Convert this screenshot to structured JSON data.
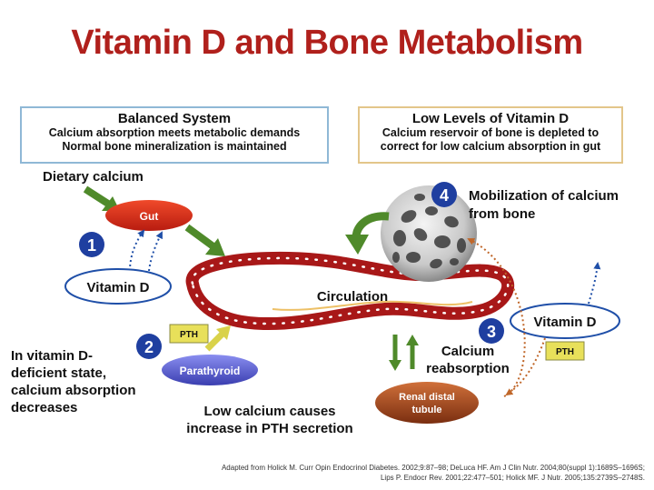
{
  "title": "Vitamin D and Bone Metabolism",
  "balanced_box": {
    "heading": "Balanced System",
    "line1": "Calcium absorption meets metabolic demands",
    "line2": "Normal bone mineralization is maintained"
  },
  "low_box": {
    "heading": "Low Levels of Vitamin D",
    "line1": "Calcium reservoir of bone is depleted to",
    "line2": "correct for low calcium absorption in gut"
  },
  "labels": {
    "dietary_calcium": "Dietary calcium",
    "gut": "Gut",
    "vitamin_d_left": "Vitamin D",
    "vitamin_d_right": "Vitamin D",
    "circulation": "Circulation",
    "pth_left": "PTH",
    "pth_right": "PTH",
    "parathyroid": "Parathyroid",
    "renal_line1": "Renal distal",
    "renal_line2": "tubule",
    "mobilization_line1": "Mobilization of calcium",
    "mobilization_line2": "from bone",
    "calcium_reabsorption_line1": "Calcium",
    "calcium_reabsorption_line2": "reabsorption",
    "deficient_line1": "In vitamin D-",
    "deficient_line2": "deficient state,",
    "deficient_line3": "calcium absorption",
    "deficient_line4": "decreases",
    "low_calcium_line1": "Low calcium causes",
    "low_calcium_line2": "increase in PTH secretion"
  },
  "steps": [
    "1",
    "2",
    "3",
    "4"
  ],
  "citation": {
    "line1": "Adapted from  Holick M.  Curr Opin Endocrinol Diabetes. 2002;9:87–98; DeLuca HF. Am J Clin Nutr. 2004;80(suppl 1):1689S–1696S;",
    "line2": "Lips P. Endocr Rev. 2001;22:477–501; Holick MF. J Nutr. 2005;135:2739S–2748S."
  },
  "colors": {
    "title": "#b0201c",
    "circulation_ring": "#b41e1e",
    "gut": "#d42a1a",
    "parathyroid": "#5b5fcf",
    "renal": "#a84a20",
    "green_arrow": "#4f8a2a",
    "step_circle": "#1f3fa0",
    "pth_label": "#e8e05a"
  }
}
